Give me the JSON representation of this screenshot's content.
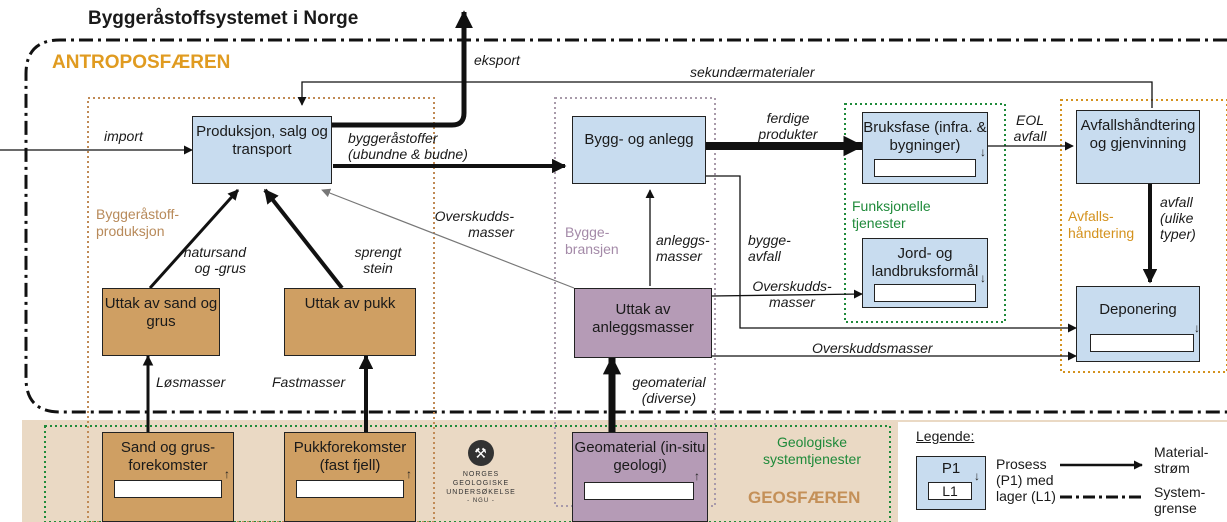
{
  "title": "Byggeråstoffsystemet i Norge",
  "spheres": {
    "antro": "ANTROPOSFÆREN",
    "geo": "GEOSFÆREN"
  },
  "processes": {
    "produksjon": "Produksjon, salg og transport",
    "bygg": "Bygg- og anlegg",
    "bruksfase": "Bruksfase (infra. & bygninger)",
    "avfall": "Avfallshåndtering og gjenvinning",
    "jord": "Jord- og landbruksformål",
    "deponering": "Deponering",
    "uttak_anlegg": "Uttak av anleggsmasser",
    "uttak_sand": "Uttak av sand og grus",
    "uttak_pukk": "Uttak av pukk",
    "sand_forek": "Sand og grus-forekomster",
    "pukk_forek": "Pukkforekomster (fast fjell)",
    "geomaterial": "Geomaterial (in-situ geologi)"
  },
  "subsystems": {
    "byggerastoff": "Byggeråstoff-produksjon",
    "byggebransjen": "Bygge-bransjen",
    "funksjonelle": "Funksjonelle tjenester",
    "avfallshandtering": "Avfalls-håndtering",
    "geologiske": "Geologiske systemtjenester"
  },
  "flows": {
    "eksport": "eksport",
    "sekundaer": "sekundærmaterialer",
    "import": "import",
    "byggerastoffer": "byggeråstoffer (ubundne & budne)",
    "ferdige": "ferdige produkter",
    "eol": "EOL avfall",
    "overskudd1": "Overskudds-masser",
    "natursand": "natursand og -grus",
    "sprengt": "sprengt stein",
    "anleggsmasser": "anleggs-masser",
    "byggeavfall": "bygge-avfall",
    "overskudd2": "Overskudds-masser",
    "overskudd3": "Overskuddsmasser",
    "avfall_ulike": "avfall (ulike typer)",
    "losmasser": "Løsmasser",
    "fastmasser": "Fastmasser",
    "geomat_div": "geomaterial (diverse)"
  },
  "logo": {
    "name": "NORGES GEOLOGISKE UNDERSØKELSE",
    "abbr": "- NGU -"
  },
  "legend": {
    "title": "Legende:",
    "p1": "P1",
    "l1": "L1",
    "prosess": "Prosess (P1) med lager (L1)",
    "material": "Material-strøm",
    "system": "System-grense"
  },
  "colors": {
    "process_blue": "#c8dcef",
    "process_brown": "#cf9f63",
    "process_purple": "#b59bb6",
    "geo_background": "#ead9c4",
    "antro_orange": "#e09b20",
    "subsystem_green": "#1f8a3a"
  }
}
